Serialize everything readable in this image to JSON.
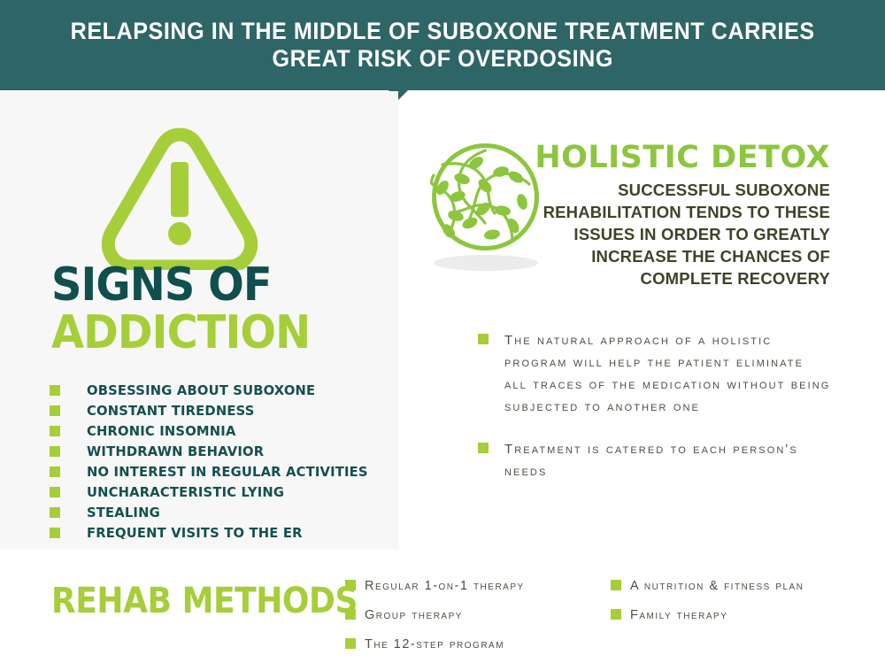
{
  "colors": {
    "teal_dark": "#14504e",
    "teal_header": "#2e6566",
    "green_light": "#a6ce39",
    "green_title": "#8cc63e",
    "olive_text": "#4b5040",
    "panel_bg": "#f7f7f7"
  },
  "header": {
    "line1": "RELAPSING IN THE MIDDLE OF SUBOXONE TREATMENT CARRIES",
    "line2": "GREAT RISK OF OVERDOSING"
  },
  "left_panel": {
    "icon_name": "warning-triangle-icon",
    "heading_line1": "SIGNS OF",
    "heading_line2": "ADDICTION",
    "signs": [
      "Obsessing about Suboxone",
      "Constant tiredness",
      "Chronic insomnia",
      "Withdrawn behavior",
      "No interest in regular activities",
      "Uncharacteristic lying",
      "Stealing",
      "Frequent visits to the ER"
    ]
  },
  "right_panel": {
    "icon_name": "leaf-wreath-icon",
    "title": "HOLISTIC DETOX",
    "subtitle": "SUCCESSFUL SUBOXONE REHABILITATION TENDS TO THESE ISSUES IN ORDER TO GREATLY INCREASE THE CHANCES OF COMPLETE RECOVERY",
    "bullets": [
      "The natural approach of a holistic program will help the patient eliminate all traces of the medication without being subjected to another one",
      "Treatment is catered to each person's needs"
    ]
  },
  "bottom": {
    "title": "REHAB METHODS",
    "column_1": [
      "Regular 1-on-1 therapy",
      "Group therapy",
      "The 12-Step program"
    ],
    "column_2": [
      "A nutrition & fitness plan",
      "Family therapy"
    ]
  }
}
